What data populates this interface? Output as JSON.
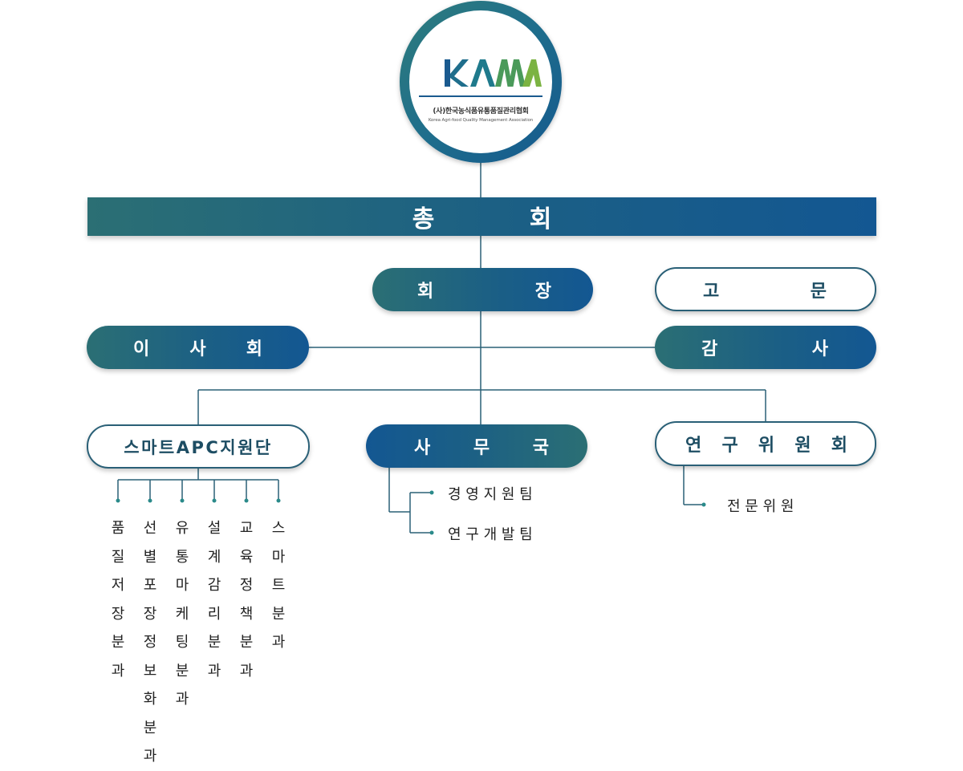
{
  "logo": {
    "mark": "KAMA",
    "name_ko": "(사)한국농식품유통품질관리협회",
    "name_en": "Korea Agri-food Quality Management Association",
    "colors": {
      "teal": "#1f7a8c",
      "green": "#6fae3f",
      "blue": "#1a5a8f"
    }
  },
  "general_meeting": {
    "label": [
      "총",
      "회"
    ]
  },
  "chairman": {
    "label": [
      "회",
      "장"
    ]
  },
  "advisor": {
    "label": [
      "고",
      "문"
    ]
  },
  "board": {
    "label": [
      "이",
      "사",
      "회"
    ]
  },
  "auditor": {
    "label": [
      "감",
      "사"
    ]
  },
  "smart_apc": {
    "label": "스마트APC지원단"
  },
  "secretariat": {
    "label": [
      "사",
      "무",
      "국"
    ],
    "teams": [
      "경 영 지 원 팀",
      "연 구 개 발 팀"
    ]
  },
  "research_committee": {
    "label": [
      "연",
      "구",
      "위",
      "원",
      "회"
    ],
    "members": [
      "전 문 위 원"
    ]
  },
  "subcommittees": [
    "품질저장분과",
    "선별포장정보화분과",
    "유통마케팅분과",
    "설계감리분과",
    "교육정책분과",
    "스마트분과"
  ],
  "colors": {
    "line": "#2a6077",
    "dot": "#2a8a8a",
    "fill_start": "#2b6f74",
    "fill_end": "#135792"
  }
}
